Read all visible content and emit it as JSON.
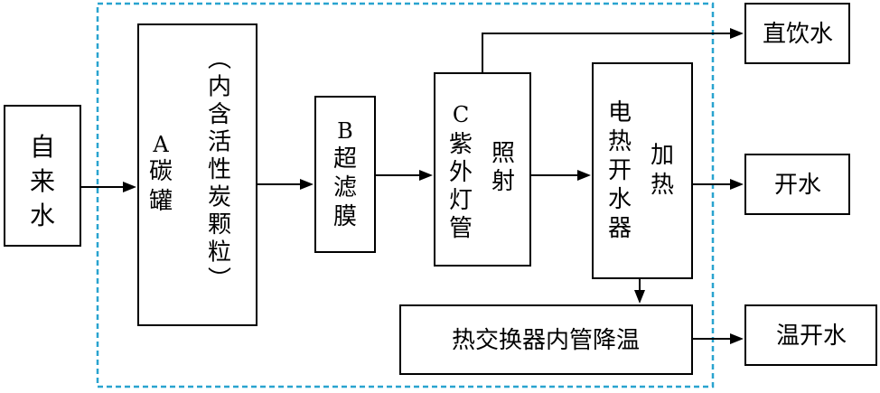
{
  "boundary": {
    "color": "#29a3cf"
  },
  "nodes": {
    "tap_water": "自来水",
    "carbon_tank_letter": "A",
    "carbon_tank_name": "碳罐",
    "carbon_tank_note": "（内含活性炭颗粒）",
    "uf_letter": "B",
    "uf_name": "超滤膜",
    "uv_letter": "C",
    "uv_name": "紫外灯管",
    "uv_action": "照射",
    "heater_name": "电热开水器",
    "heater_action": "加热",
    "heat_exchanger": "热交换器内管降温",
    "direct_drink": "直饮水",
    "boiled_water": "开水",
    "warm_water": "温开水"
  }
}
